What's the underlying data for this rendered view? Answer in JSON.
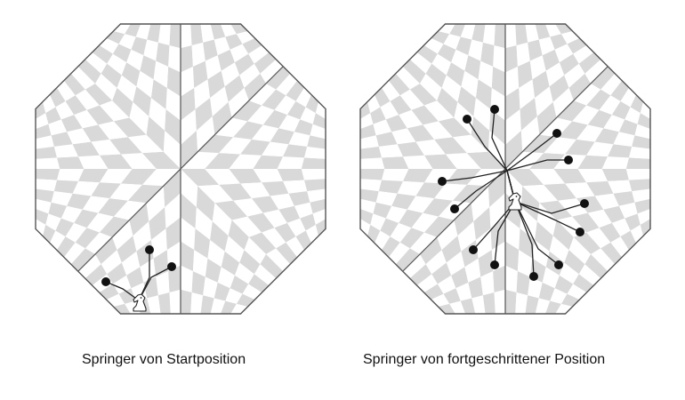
{
  "figures": [
    {
      "caption": "Springer von Startposition",
      "piece_icon": "knight-icon",
      "move_count": 3
    },
    {
      "caption": "Springer von fortgeschrittener Position",
      "piece_icon": "knight-icon",
      "move_count": 12
    }
  ],
  "colors": {
    "light_square": "#ffffff",
    "dark_square": "#d9d9d9",
    "board_outline": "#555555",
    "move_line": "#222222",
    "move_dot": "#111111"
  }
}
